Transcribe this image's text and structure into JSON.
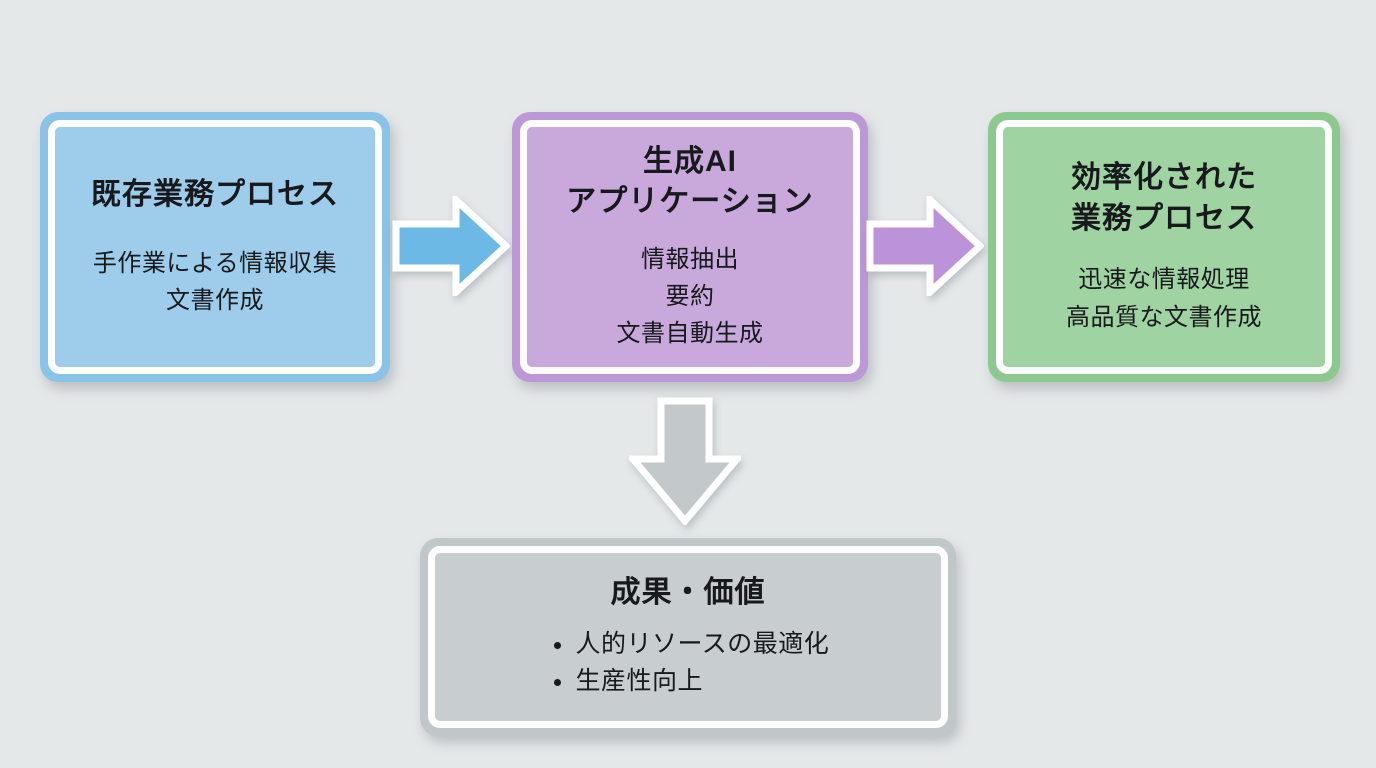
{
  "colors": {
    "bg": "#e5e8e9",
    "text": "#17191c",
    "white_ring": "#fdfdfd",
    "blue_fill": "#9dcdea",
    "blue_border": "#89c3e7",
    "blue_arrow": "#6cb9e6",
    "purple_fill": "#c9a9dc",
    "purple_border": "#bd98d6",
    "purple_arrow": "#bc92da",
    "green_fill": "#a0d3a2",
    "green_border": "#8cc98f",
    "gray_fill": "#c8cdcf",
    "gray_border": "#c0c7c9",
    "gray_arrow": "#c3c9cb"
  },
  "boxes": {
    "existing_process": {
      "title": "既存業務プロセス",
      "lines": [
        "手作業による情報収集",
        "文書作成"
      ]
    },
    "genai_app": {
      "title": "生成AI\nアプリケーション",
      "lines": [
        "情報抽出",
        "要約",
        "文書自動生成"
      ]
    },
    "improved_process": {
      "title": "効率化された\n業務プロセス",
      "lines": [
        "迅速な情報処理",
        "高品質な文書作成"
      ]
    },
    "outcomes": {
      "title": "成果・価値",
      "bullets": [
        "人的リソースの最適化",
        "生産性向上"
      ]
    }
  },
  "arrows": {
    "left_to_center": {
      "direction": "right",
      "color_key": "blue_arrow"
    },
    "center_to_right": {
      "direction": "right",
      "color_key": "purple_arrow"
    },
    "center_to_bottom": {
      "direction": "down",
      "color_key": "gray_arrow"
    }
  }
}
